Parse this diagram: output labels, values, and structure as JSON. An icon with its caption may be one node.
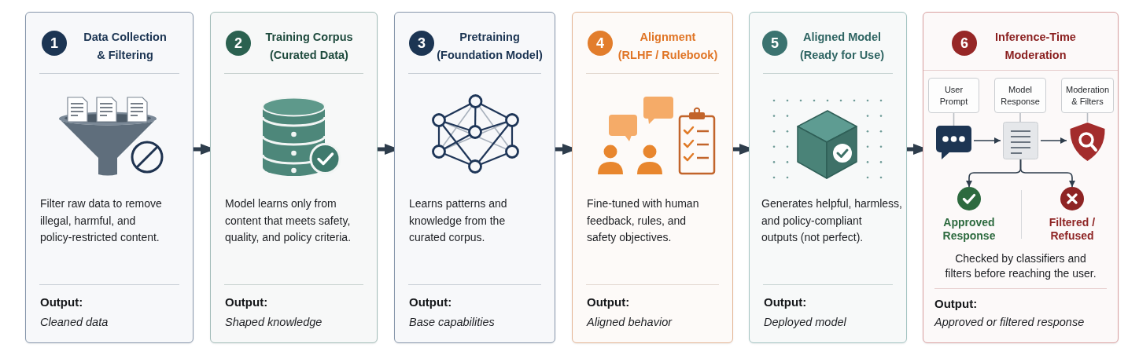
{
  "diagram": {
    "nodes": [
      {
        "text": [
          "1",
          "Data Collection & Filtering",
          "Filter raw data to remove illegal, harmful, and policy-restricted content.",
          "Output:",
          "Cleaned data"
        ]
      },
      {
        "text": [
          "2",
          "Training Corpus (Curated Data)",
          "Model learns only from content that meets safety, quality, and policy criteria.",
          "Output:",
          "Shaped knowledge"
        ]
      },
      {
        "text": [
          "3",
          "Pretraining (Foundation Model)",
          "Learns patterns and knowledge from the curated corpus.",
          "Output:",
          "Base capabilities"
        ]
      },
      {
        "text": [
          "4",
          "Alignment (RLHF / Rulebook)",
          "Fine-tuned with human feedback, rules, and safety objectives.",
          "Output:",
          "Aligned behavior"
        ]
      },
      {
        "text": [
          "5",
          "Aligned Model (Ready for Use)",
          "Generates helpful, harmless, and policy-compliant outputs (not perfect).",
          "Output:",
          "Deployed model"
        ]
      },
      {
        "text": [
          "6",
          "Inference-Time Moderation",
          "Checked by classifiers and filters before reaching the user.",
          "Output:",
          "Approved or filtered response"
        ]
      },
      {
        "text": [
          "User Prompt"
        ],
        "in": 5
      },
      {
        "text": [
          "Model Response"
        ],
        "in": 5
      },
      {
        "text": [
          "Moderation & Filters"
        ],
        "in": 5
      },
      {
        "text": [],
        "shape": "picture",
        "in": 5
      },
      {
        "text": [],
        "shape": "picture",
        "in": 5
      },
      {
        "text": [],
        "shape": "picture",
        "in": 5
      },
      {
        "text": [
          "Approved Response"
        ],
        "in": 5
      },
      {
        "text": [
          "Filtered / Refused"
        ],
        "in": 5
      }
    ],
    "edges": [
      {
        "from": 0,
        "to": 1,
        "arrow": "to",
        "style": "thick"
      },
      {
        "from": 1,
        "to": 2,
        "arrow": "to",
        "style": "thick"
      },
      {
        "from": 2,
        "to": 3,
        "arrow": "to",
        "style": "thick"
      },
      {
        "from": 3,
        "to": 4,
        "arrow": "to",
        "style": "thick"
      },
      {
        "from": 4,
        "to": 5,
        "arrow": "to",
        "style": "thick"
      },
      {
        "from": 6,
        "to": 9,
        "arrow": "none",
        "color": "#b8bdc3"
      },
      {
        "from": 7,
        "to": 10,
        "arrow": "none",
        "color": "#b8bdc3"
      },
      {
        "from": 8,
        "to": 11,
        "arrow": "none",
        "color": "#b8bdc3"
      },
      {
        "from": 9,
        "to": 10,
        "arrow": "to"
      },
      {
        "from": 10,
        "to": 11,
        "arrow": "to"
      },
      {
        "from": 10,
        "to": 12,
        "arrow": "to"
      },
      {
        "from": 10,
        "to": 13,
        "arrow": "to"
      }
    ]
  }
}
